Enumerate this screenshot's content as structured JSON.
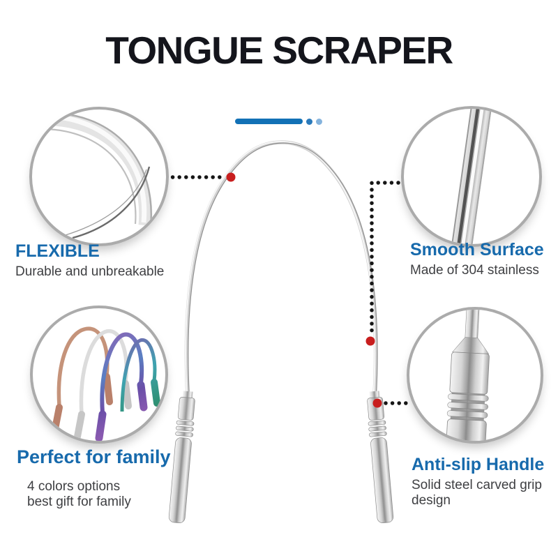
{
  "title": "TONGUE SCRAPER",
  "divider": {
    "style": "blue-bar-with-two-dots",
    "bar_color": "#1271b6",
    "dot_color": "#2a7abb",
    "light_dot_color": "#84b3dd"
  },
  "callouts": {
    "flexible": {
      "heading": "FLEXIBLE",
      "sub": "Durable and unbreakable"
    },
    "smooth_surface": {
      "heading": "Smooth Surface",
      "sub": "Made of 304 stainless"
    },
    "family": {
      "heading": "Perfect for family",
      "sub1": "4 colors options",
      "sub2": "best gift for family"
    },
    "anti_slip": {
      "heading": "Anti-slip Handle",
      "sub1": "Solid steel carved grip",
      "sub2": "design"
    }
  },
  "images": {
    "center": "stainless-steel-u-shaped-tongue-scraper",
    "top_left": "flexible-band-closeup",
    "top_right": "smooth-steel-rod-closeup",
    "bottom_left": "four-color-scraper-set",
    "bottom_right": "carved-grip-handle-closeup"
  },
  "colors": {
    "accent_blue": "#176aac",
    "title_color": "#14151c",
    "body_text": "#3e3f42",
    "red_marker": "#c81e1e",
    "circle_border": "#ababab",
    "connector_dots": "#161616"
  }
}
